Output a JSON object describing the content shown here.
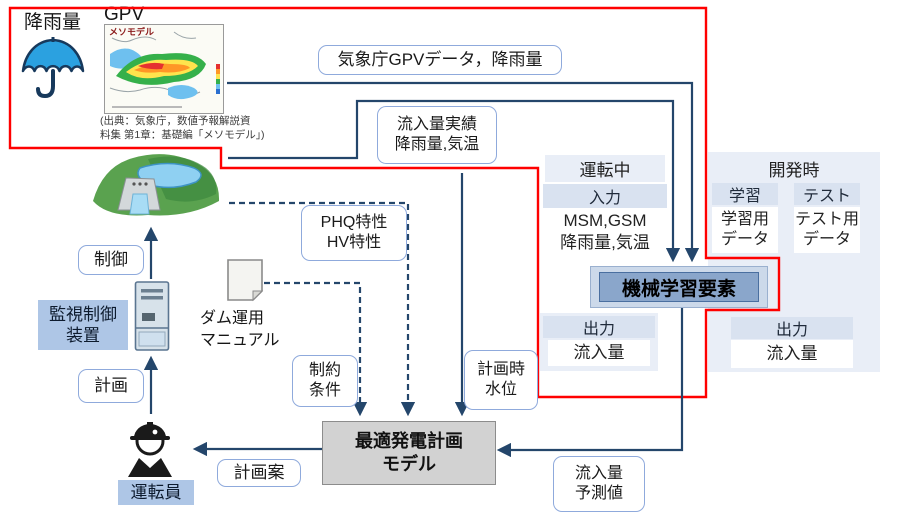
{
  "top": {
    "rainfall_label": "降雨量",
    "gpv_label": "GPV",
    "map_tag": "メソモデル",
    "caption_line1": "(出典：気象庁，数値予報解説資",
    "caption_line2": "料集 第1章：基礎編「メソモデル」)"
  },
  "tags": {
    "gpv_data": "気象庁GPVデータ，降雨量",
    "inflow_actual_line1": "流入量実績",
    "inflow_actual_line2": "降雨量,気温",
    "phq_line1": "PHQ特性",
    "phq_line2": "HV特性",
    "dam_manual_line1": "ダム運用",
    "dam_manual_line2": "マニュアル",
    "constraint_line1": "制約",
    "constraint_line2": "条件",
    "planned_level_line1": "計画時",
    "planned_level_line2": "水位",
    "control": "制御",
    "plan": "計画",
    "plan_draft": "計画案",
    "inflow_forecast_line1": "流入量",
    "inflow_forecast_line2": "予測値"
  },
  "nodes": {
    "scada_line1": "監視制御",
    "scada_line2": "装置",
    "operator": "運転員",
    "ml_element": "機械学習要素",
    "model_line1": "最適発電計画",
    "model_line2": "モデル"
  },
  "operation_panel": {
    "title": "運転中",
    "input_header": "入力",
    "input_line1": "MSM,GSM",
    "input_line2": "降雨量,気温",
    "output_header": "出力",
    "output_value": "流入量"
  },
  "development_panel": {
    "title": "開発時",
    "learn_header": "学習",
    "learn_line1": "学習用",
    "learn_line2": "データ",
    "test_header": "テスト",
    "test_line1": "テスト用",
    "test_line2": "データ",
    "output_header": "出力",
    "output_value": "流入量"
  },
  "icons": {
    "umbrella": "umbrella-icon",
    "dam": "dam-icon",
    "server": "server-icon",
    "worker": "worker-icon",
    "document": "document-icon"
  },
  "colors": {
    "line": "#24466b",
    "highlight_red": "#ff0000",
    "node_fill": "#aec6e6",
    "ml_fill": "#8aa6cb",
    "model_fill": "#d2d2d2",
    "panel_bg": "#e9eef7",
    "header_bg": "#d9e2f0",
    "umbrella_blue": "#2ba1e0"
  }
}
